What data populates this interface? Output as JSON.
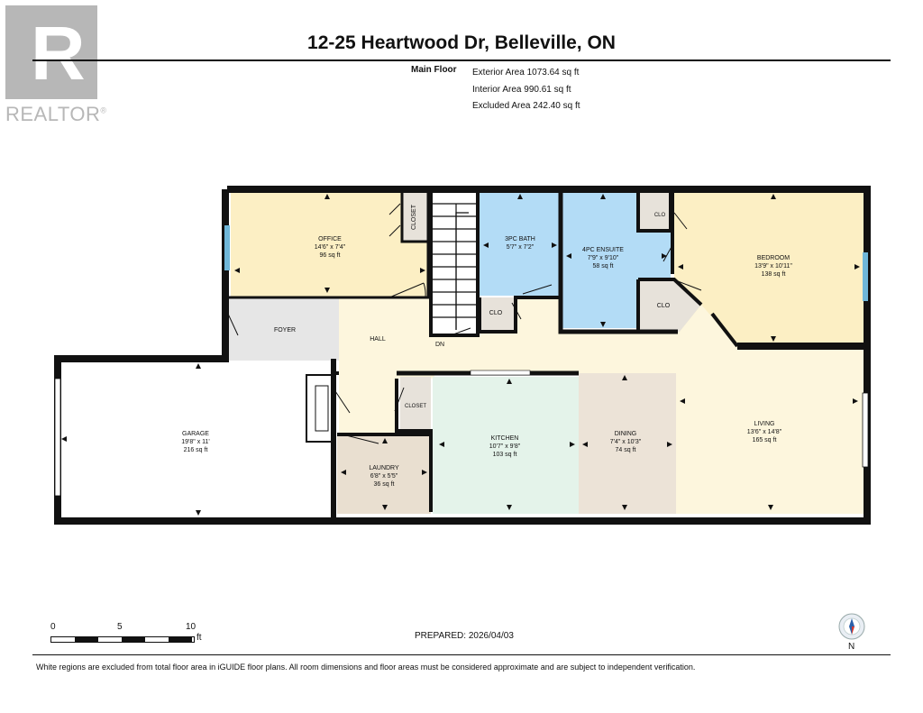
{
  "logo": {
    "text": "REALTOR",
    "mark": "®",
    "letter": "R"
  },
  "header": {
    "title": "12-25 Heartwood Dr, Belleville, ON"
  },
  "areas": {
    "floor_label": "Main Floor",
    "exterior": "Exterior Area 1073.64 sq ft",
    "interior": "Interior Area 990.61 sq ft",
    "excluded": "Excluded Area 242.40 sq ft"
  },
  "rooms": {
    "office": {
      "name": "OFFICE",
      "dims": "14'6\" x 7'4\"",
      "area": "96 sq ft"
    },
    "closet_office": {
      "name": "CLOSET"
    },
    "bath3": {
      "name": "3PC BATH",
      "dims": "5'7\" x 7'2\""
    },
    "ensuite": {
      "name": "4PC ENSUITE",
      "dims": "7'9\" x 9'10\"",
      "area": "58 sq ft"
    },
    "clo_ensuite": {
      "name": "CLO"
    },
    "bedroom": {
      "name": "BEDROOM",
      "dims": "13'9\" x 10'11\"",
      "area": "138 sq ft"
    },
    "clo_bedroom": {
      "name": "CLO"
    },
    "clo_hall": {
      "name": "CLO"
    },
    "foyer": {
      "name": "FOYER"
    },
    "hall": {
      "name": "HALL"
    },
    "stairs": {
      "label": "DN"
    },
    "garage": {
      "name": "GARAGE",
      "dims": "19'8\" x 11'",
      "area": "216 sq ft"
    },
    "closet_hall": {
      "name": "CLOSET"
    },
    "laundry": {
      "name": "LAUNDRY",
      "dims": "6'8\" x 5'5\"",
      "area": "36 sq ft"
    },
    "kitchen": {
      "name": "KITCHEN",
      "dims": "10'7\" x 9'8\"",
      "area": "103 sq ft"
    },
    "dining": {
      "name": "DINING",
      "dims": "7'4\" x 10'3\"",
      "area": "74 sq ft"
    },
    "living": {
      "name": "LIVING",
      "dims": "13'6\" x 14'8\"",
      "area": "165 sq ft"
    }
  },
  "colors": {
    "office": "#fcefc4",
    "bath": "#b3dcf6",
    "bedroom": "#fcefc4",
    "foyer": "#e6e6e6",
    "hall": "#fdf6dd",
    "garage": "#ffffff",
    "laundry": "#e9dfd0",
    "kitchen": "#e4f3ea",
    "dining": "#ece3d7",
    "living": "#fdf6dd",
    "closet": "#e7e2da",
    "window": "#6fb7d9",
    "wall": "#111111"
  },
  "scale": {
    "labels": [
      "0",
      "5",
      "10"
    ],
    "unit": "ft"
  },
  "prepared": "PREPARED: 2026/04/03",
  "compass": {
    "label": "N"
  },
  "footer": "White regions are excluded from total floor area in iGUIDE floor plans. All room dimensions and floor areas must be considered approximate and are subject to independent verification."
}
